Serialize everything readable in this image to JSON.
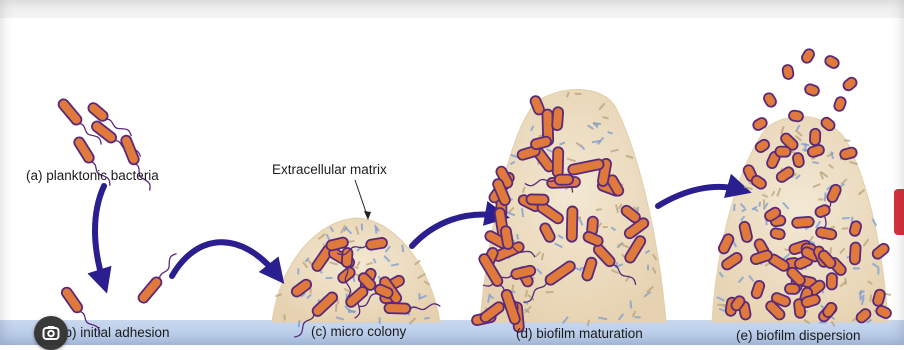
{
  "labels": {
    "planktonic": "(a) planktonic bacteria",
    "adhesion": "(b) initial adhesion",
    "micro_colony": "(c) micro colony",
    "maturation": "(d) biofilm  maturation",
    "dispersion": "(e) biofilm dispersion",
    "matrix": "Extracellular matrix"
  },
  "colors": {
    "arrow": "#2b1f8f",
    "bacterium_fill": "#e07a3c",
    "bacterium_outline": "#5a2a7a",
    "matrix": "#ecdcc0",
    "surface": "#b7cbe9",
    "accent_tab": "#d9323c"
  },
  "icons": {
    "lens_button": "lens-icon"
  }
}
